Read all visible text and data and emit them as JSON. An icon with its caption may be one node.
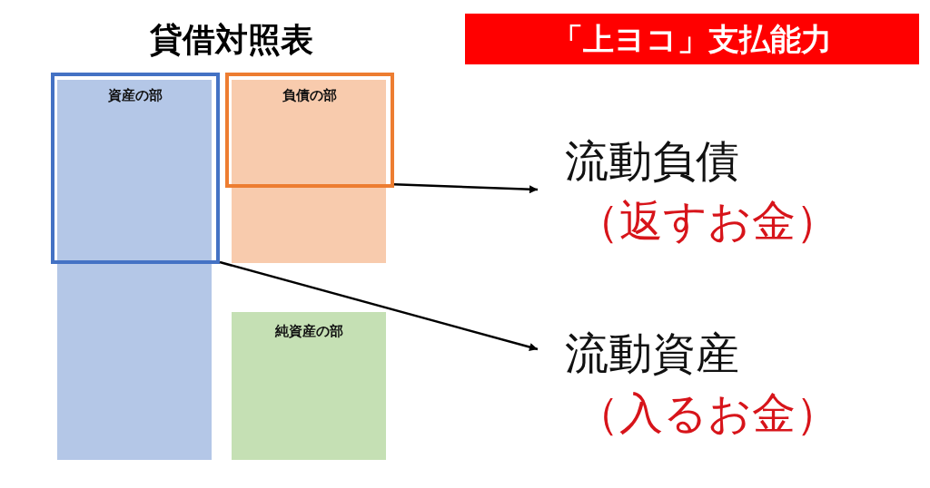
{
  "diagram": {
    "title": "貸借対照表",
    "nodes": [
      {
        "text": [
          "「上ヨコ」支払能力"
        ]
      },
      {
        "text": [],
        "shape": "bar"
      },
      {
        "text": [
          "資産の部"
        ]
      },
      {
        "text": [],
        "shape": "bar"
      },
      {
        "text": [
          "負債の部"
        ]
      },
      {
        "text": [
          "純資産の部"
        ]
      },
      {
        "text": [
          "流動負債",
          "（返すお金）"
        ]
      },
      {
        "text": [
          "流動資産",
          "（入るお金）"
        ]
      }
    ],
    "edges": [
      {
        "from": 4,
        "to": 6,
        "arrow": "to"
      },
      {
        "from": 2,
        "to": 7,
        "arrow": "to"
      }
    ]
  }
}
